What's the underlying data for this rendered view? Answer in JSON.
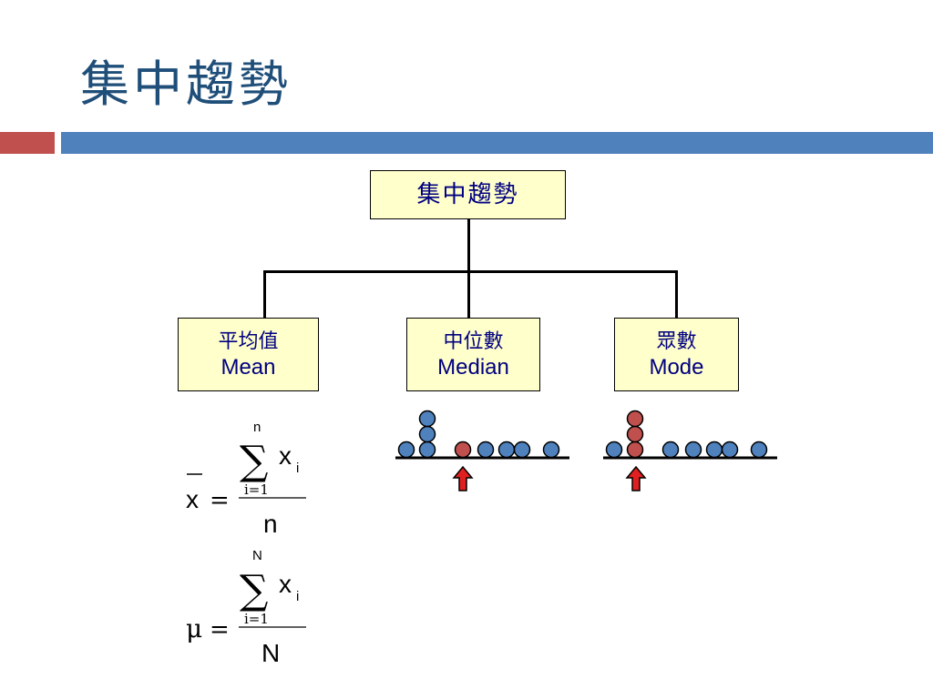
{
  "slide": {
    "title": "集中趨勢"
  },
  "hierarchy": {
    "root": {
      "label": "集中趨勢"
    },
    "children": [
      {
        "label_cn": "平均值",
        "label_en": "Mean"
      },
      {
        "label_cn": "中位數",
        "label_en": "Median"
      },
      {
        "label_cn": "眾數",
        "label_en": "Mode"
      }
    ]
  },
  "formulas": {
    "sample_mean": {
      "lhs": "x",
      "equals": "=",
      "sum_upper": "n",
      "sum_lower": "i=1",
      "summand": "x",
      "subscript": "i",
      "denominator": "n"
    },
    "population_mean": {
      "lhs": "μ",
      "equals": "=",
      "sum_upper": "N",
      "sum_lower": "i=1",
      "summand": "x",
      "subscript": "i",
      "denominator": "N"
    }
  },
  "colors": {
    "title": "#1f4e79",
    "accent_red": "#c0504d",
    "accent_blue": "#4f81bd",
    "box_fill": "#ffffcc",
    "dot_blue": "#4f81bd",
    "dot_red": "#c0504d",
    "arrow_red": "#e02020"
  }
}
